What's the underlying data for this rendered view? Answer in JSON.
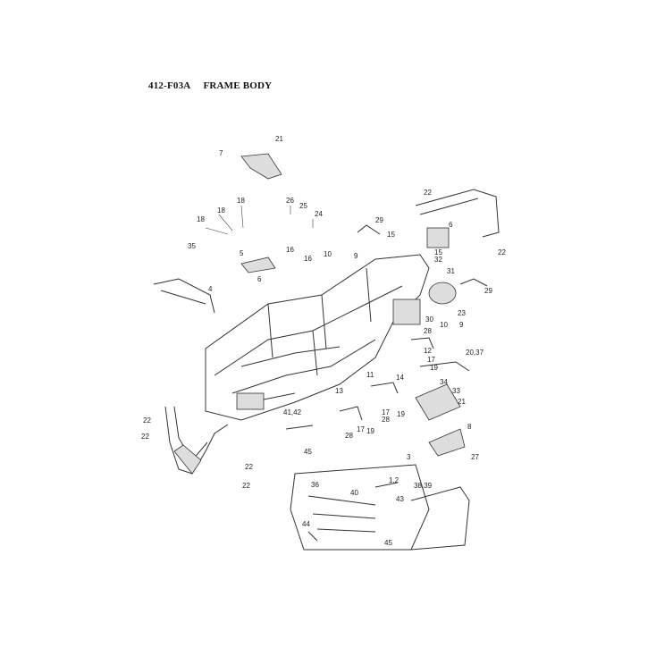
{
  "title": {
    "code": "412-F03A",
    "name": "FRAME BODY"
  },
  "callouts": [
    "21",
    "7",
    "22",
    "18",
    "18",
    "18",
    "26",
    "25",
    "24",
    "29",
    "15",
    "6",
    "22",
    "35",
    "5",
    "16",
    "16",
    "10",
    "9",
    "32",
    "15",
    "31",
    "29",
    "4",
    "6",
    "23",
    "30",
    "10",
    "9",
    "28",
    "12",
    "17",
    "19",
    "20,37",
    "14",
    "11",
    "13",
    "34",
    "33",
    "21",
    "8",
    "17",
    "19",
    "28",
    "41,42",
    "17",
    "19",
    "28",
    "45",
    "22",
    "22",
    "27",
    "22",
    "22",
    "3",
    "1,2",
    "36",
    "40",
    "38,39",
    "43",
    "44",
    "45"
  ]
}
